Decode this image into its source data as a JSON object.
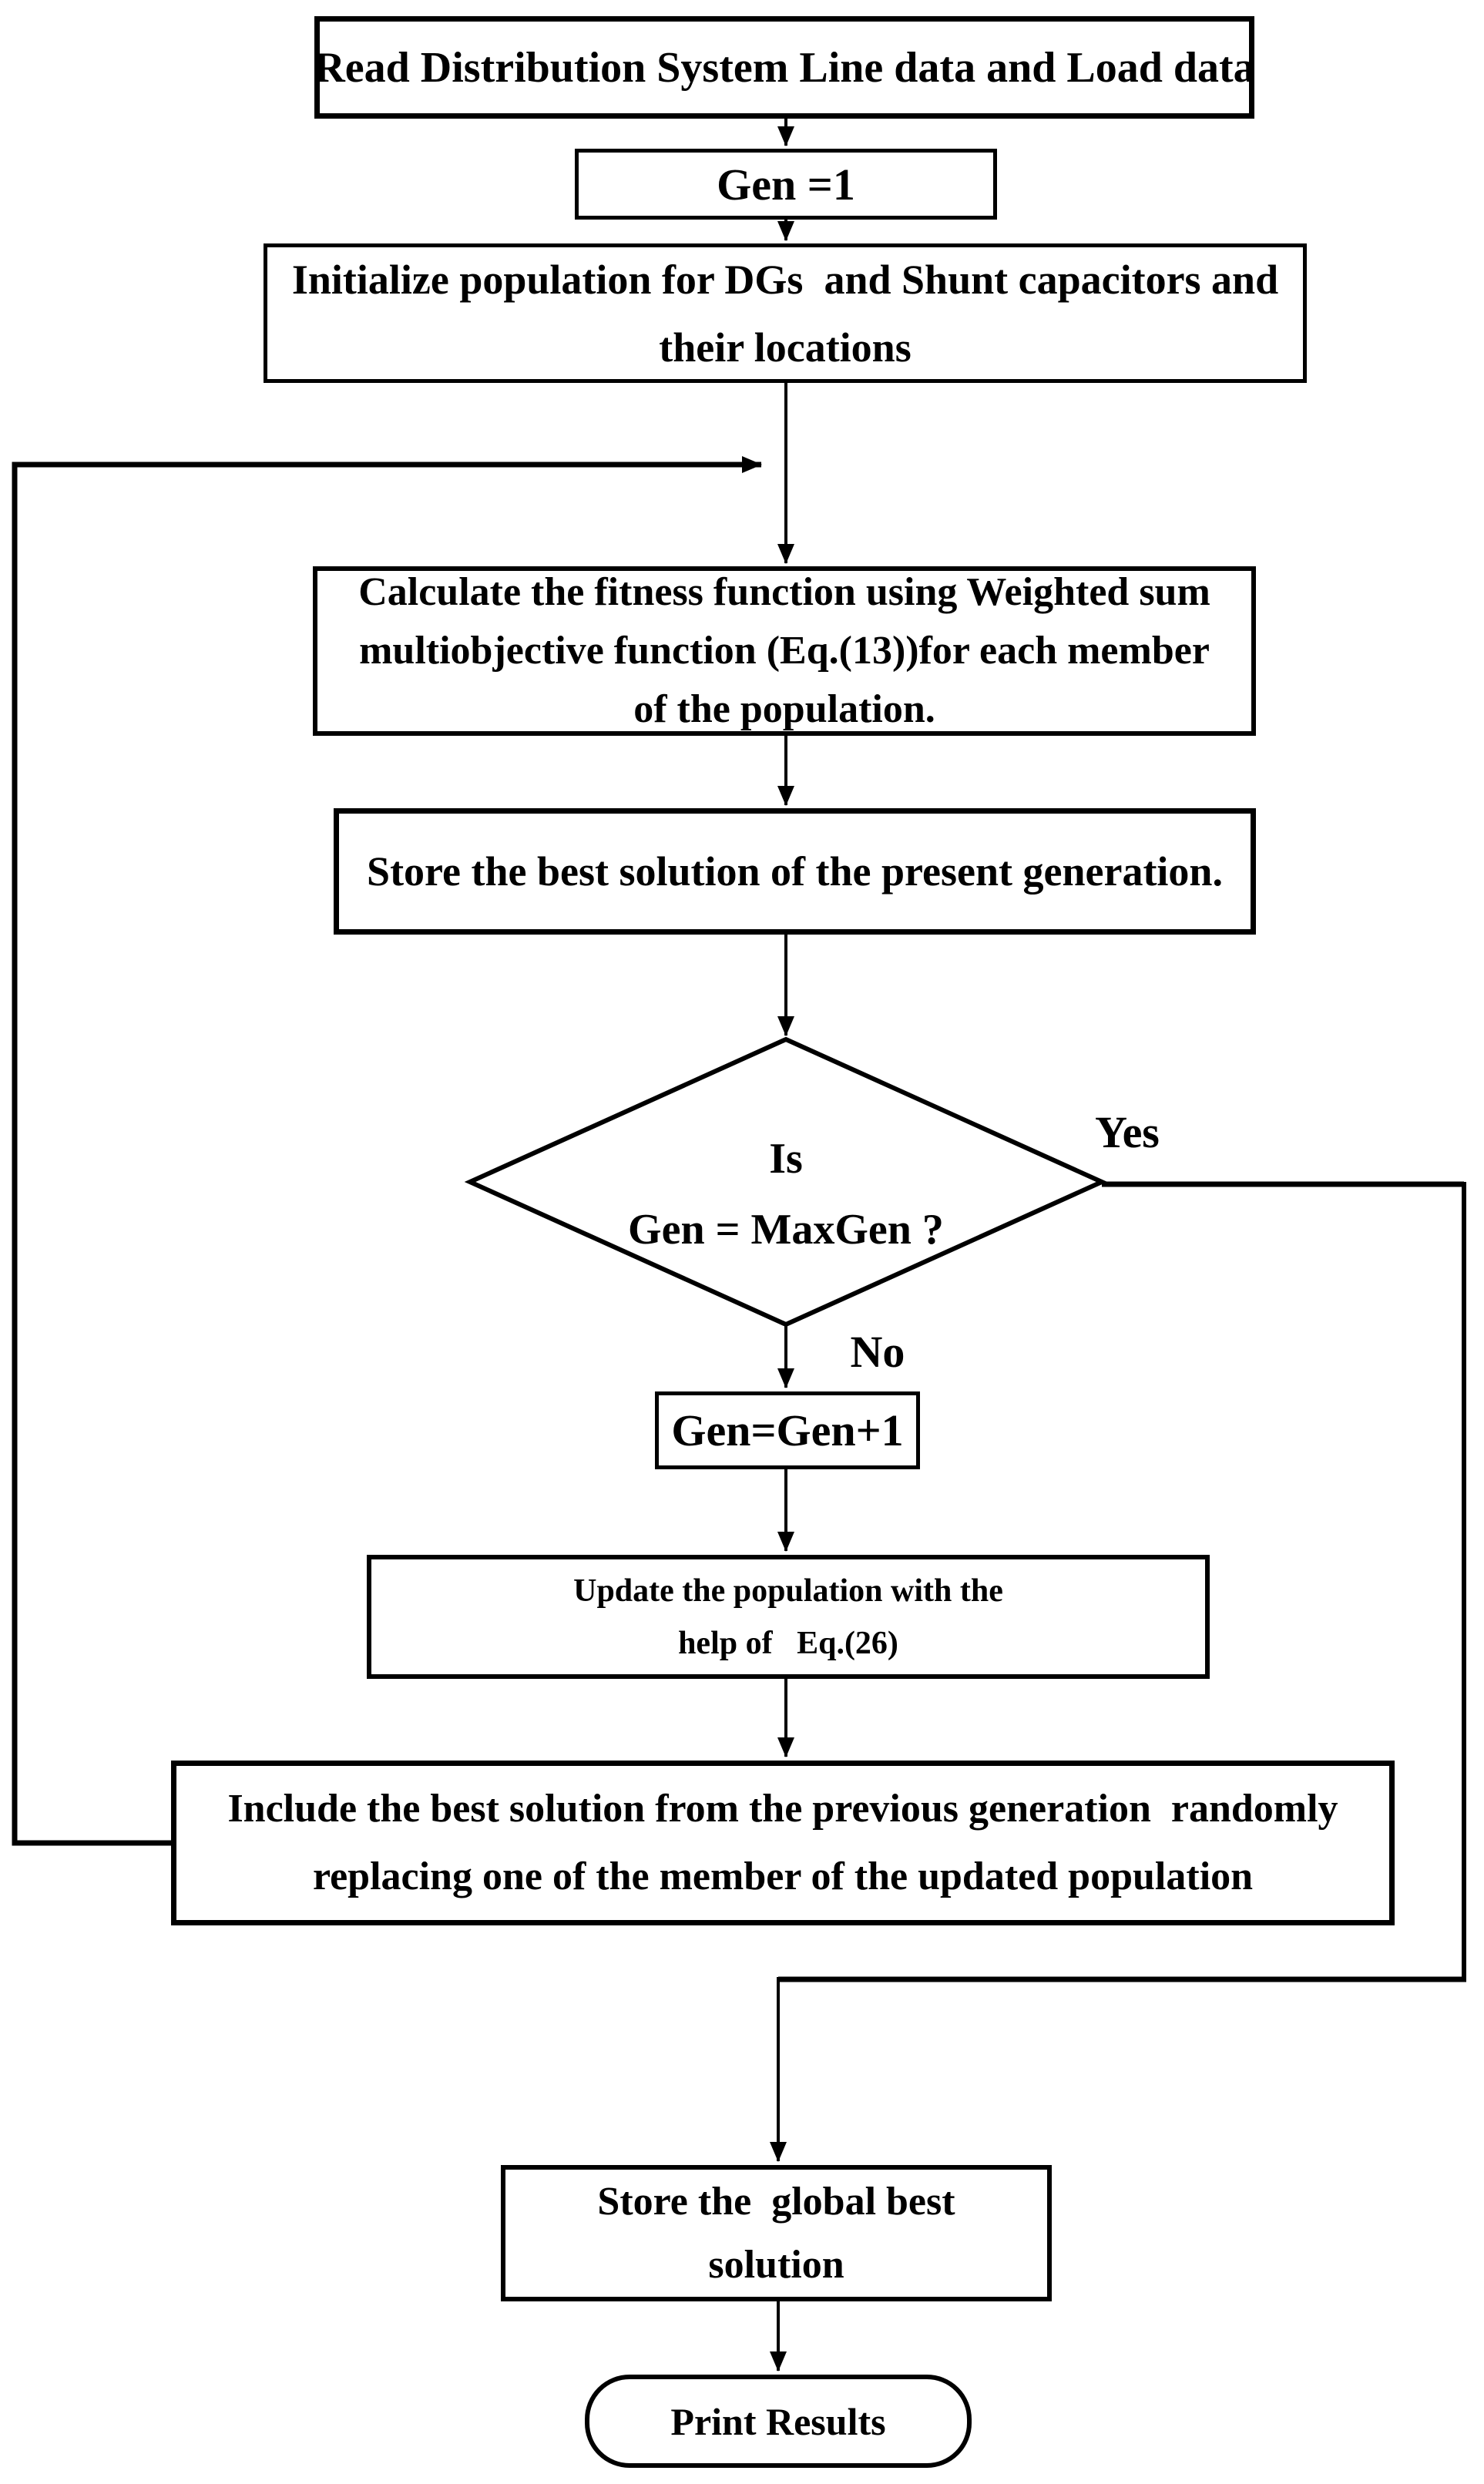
{
  "flowchart": {
    "nodes": {
      "read_data": {
        "label": "Read Distribution System Line data and Load data"
      },
      "gen_init": {
        "label": "Gen =1"
      },
      "init_population": {
        "line1": "Initialize population for DGs  and Shunt capacitors and",
        "line2": "their locations"
      },
      "calc_fitness": {
        "line1": "Calculate the fitness function using Weighted sum",
        "line2": "multiobjective function (Eq.(13))for each member",
        "line3": "of the population."
      },
      "store_best": {
        "label": "Store the best solution of the present generation."
      },
      "decision": {
        "line1": "Is",
        "line2": "Gen = MaxGen ?"
      },
      "gen_increment": {
        "label": "Gen=Gen+1"
      },
      "update_population": {
        "line1": "Update the population with the",
        "line2": "help of   Eq.(26)"
      },
      "include_best": {
        "line1": "Include the best solution from the previous generation  randomly",
        "line2": "replacing one of the member of the updated population"
      },
      "store_global": {
        "line1": "Store the  global best",
        "line2": "solution"
      },
      "print_results": {
        "label": "Print Results"
      }
    },
    "branch_labels": {
      "yes": "Yes",
      "no": "No"
    },
    "colors": {
      "ink": "#000000",
      "background": "#ffffff"
    }
  }
}
